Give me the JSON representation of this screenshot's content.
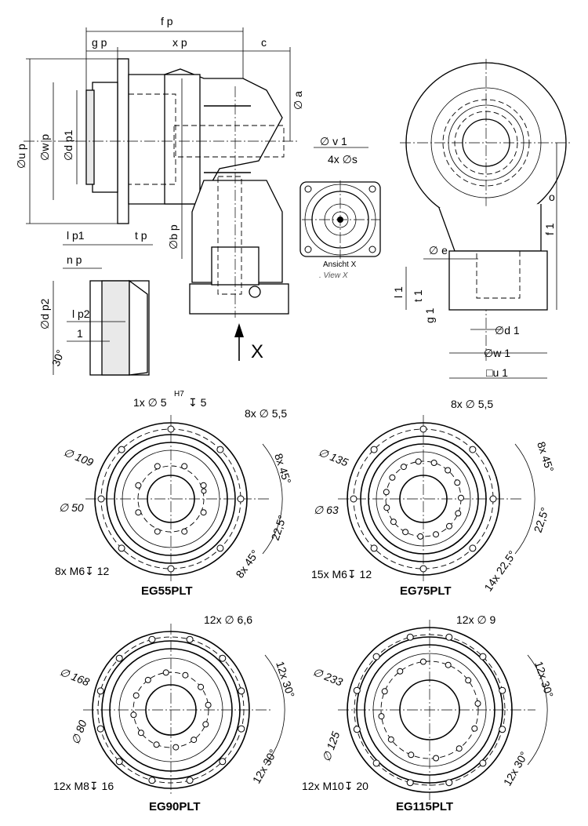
{
  "side_view": {
    "labels": {
      "fp": "f p",
      "gp": "g p",
      "xp": "x p",
      "c": "c",
      "a": "∅ a",
      "up": "∅u p",
      "wp": "∅w p",
      "dp1": "∅d p1",
      "bp": "∅b p",
      "lp1": "l p1",
      "tp": "t p",
      "np": "n p",
      "v1": "∅ v 1",
      "s4": "4x  ∅s"
    },
    "view_label": "Ansicht X",
    "view_label_en": ". View X",
    "arrow_label": "X"
  },
  "detail": {
    "labels": {
      "dp2": "∅d p2",
      "lp2": "l p2",
      "one": "1",
      "angle": "30°"
    }
  },
  "front_view": {
    "labels": {
      "o": "o",
      "f1": "f 1",
      "e": "∅ e",
      "l1": "l 1",
      "t1": "t 1",
      "g1": "g 1",
      "d1": "∅d 1",
      "w1": "∅w 1",
      "u1": "□u 1"
    }
  },
  "flanges": [
    {
      "title": "EG55PLT",
      "outer": "∅ 109",
      "pcd": "∅ 50",
      "holes_label": "8x ∅ 5,5",
      "pin_label": "1x ∅ 5",
      "pin_tol": "H7",
      "pin_depth": "↧ 5",
      "thread_label": "8x M6↧ 12",
      "ang1": "8x 45°",
      "ang2": "22,5°",
      "ang3": "8x 45°"
    },
    {
      "title": "EG75PLT",
      "outer": "∅ 135",
      "pcd": "∅ 63",
      "holes_label": "8x ∅ 5,5",
      "thread_label": "15x M6↧ 12",
      "ang1": "8x 45°",
      "ang2": "22,5°",
      "ang3": "14x 22,5°"
    },
    {
      "title": "EG90PLT",
      "outer": "∅ 168",
      "pcd": "∅ 80",
      "holes_label": "12x ∅ 6,6",
      "thread_label": "12x M8↧ 16",
      "ang1": "12x 30°",
      "ang3": "12x 30°"
    },
    {
      "title": "EG115PLT",
      "outer": "∅ 233",
      "pcd": "∅ 125",
      "holes_label": "12x  ∅ 9",
      "thread_label": "12x M10↧ 20",
      "ang1": "12x 30°",
      "ang3": "12x 30°"
    }
  ]
}
